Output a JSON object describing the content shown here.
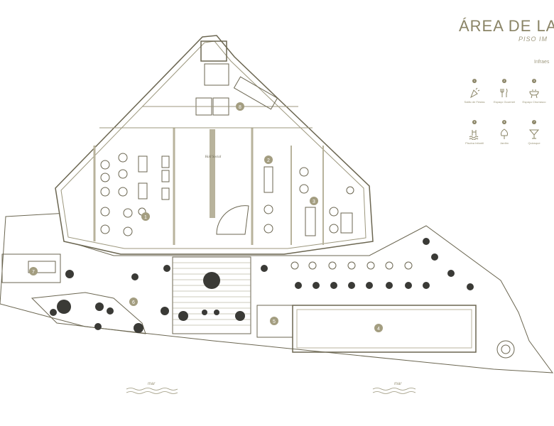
{
  "header": {
    "title": "ÁREA DE LAZ",
    "subtitle": "PISO IM"
  },
  "legend": {
    "heading": "Infraes",
    "items": [
      {
        "num": "1",
        "label": "Salão de Festas",
        "icon": "party-icon"
      },
      {
        "num": "2",
        "label": "Espaço Gourmet",
        "icon": "cutlery-icon"
      },
      {
        "num": "3",
        "label": "Espaço Churrasco",
        "icon": "grill-icon"
      },
      {
        "num": "5",
        "label": "Piscina Infantil",
        "icon": "pool-icon"
      },
      {
        "num": "6",
        "label": "Jardim",
        "icon": "tree-icon"
      },
      {
        "num": "7",
        "label": "Quiosque",
        "icon": "cocktail-icon"
      }
    ]
  },
  "plan": {
    "hall_label": "Hall Social",
    "area_markers": [
      "1",
      "2",
      "3",
      "4",
      "5",
      "6",
      "7",
      "8"
    ],
    "sea_labels": [
      "mar",
      "mar"
    ]
  },
  "colors": {
    "line": "#6b6651",
    "accent": "#8a8466",
    "wall_fill": "#b8b39c",
    "plant": "#3a3a36"
  }
}
